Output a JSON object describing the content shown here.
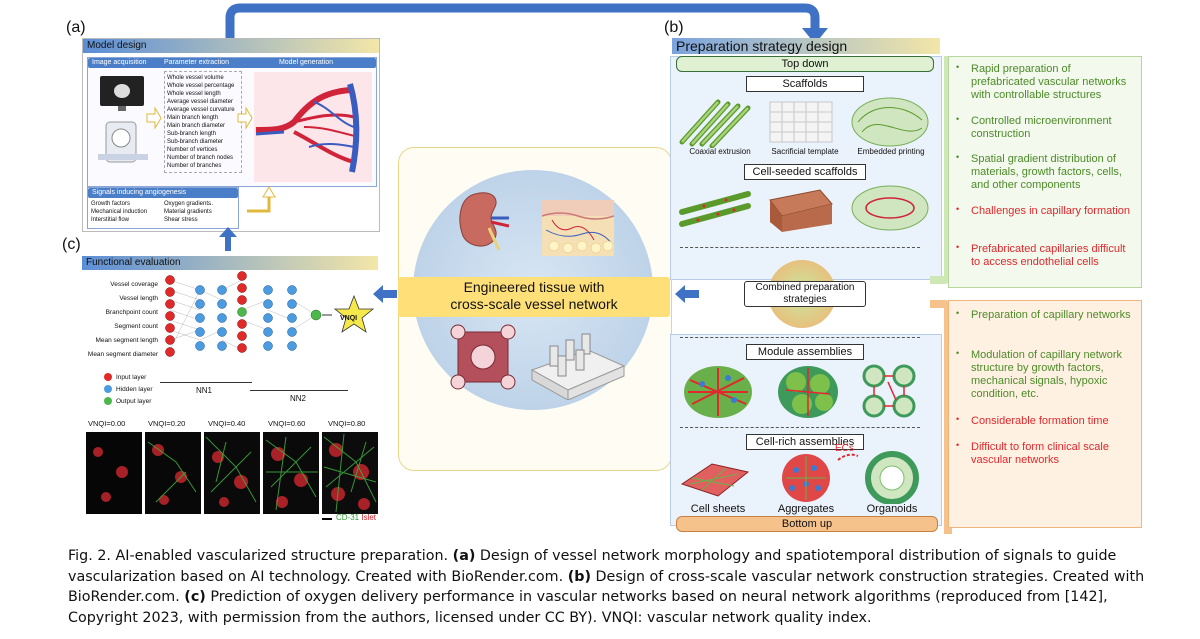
{
  "panel_a": {
    "letter": "(a)",
    "title": "Model design",
    "col_headers": [
      "Image acquisition",
      "Parameter extraction",
      "Model generation"
    ],
    "parameters": [
      "Whole vessel volume",
      "Whole vessel percentage",
      "Whole vessel length",
      "Average vessel diameter",
      "Average vessel curvature",
      "Main branch length",
      "Main branch diameter",
      "Sub-branch length",
      "Sub-branch diameter",
      "Number of vertices",
      "Number of branch nodes",
      "Number of branches"
    ],
    "signals_title": "Signals inducing angiogenesis",
    "signals_left": [
      "Growth factors",
      "Mechanical induction",
      "Interstitial flow"
    ],
    "signals_right": [
      "Oxygen gradients",
      "Material gradients",
      "Shear stress"
    ],
    "signals_ellipsis": "..."
  },
  "panel_c": {
    "letter": "(c)",
    "title": "Functional evaluation",
    "inputs": [
      "Vessel coverage",
      "Vessel length",
      "Branchpoint count",
      "Segment count",
      "Mean segment length",
      "Mean segment diameter"
    ],
    "legend": [
      "Input layer",
      "Hidden layer",
      "Output layer"
    ],
    "nn1": "NN1",
    "nn2": "NN2",
    "output_label": "VNQI",
    "vnqi_values": [
      "VNQI=0.00",
      "VNQI=0.20",
      "VNQI=0.40",
      "VNQI=0.60",
      "VNQI=0.80"
    ],
    "stain_green": "CD-31",
    "stain_red": "Islet"
  },
  "center": {
    "label_line1": "Engineered tissue with",
    "label_line2": "cross-scale vessel network"
  },
  "panel_b": {
    "letter": "(b)",
    "title": "Preparation strategy design",
    "top_down": "Top down",
    "scaffolds": "Scaffolds",
    "scaffold_methods": [
      "Coaxial extrusion",
      "Sacrificial template",
      "Embedded printing"
    ],
    "cell_seeded": "Cell-seeded scaffolds",
    "combined_line1": "Combined preparation",
    "combined_line2": "strategies",
    "module_assemblies": "Module assemblies",
    "cell_rich": "Cell-rich assemblies",
    "cell_rich_items": [
      "Cell sheets",
      "Aggregates",
      "Organoids"
    ],
    "ecs": "ECs",
    "bottom_up": "Bottom up",
    "top_bullets": [
      {
        "text": "Rapid preparation of prefabricated vascular networks with controllable structures",
        "color": "#4d8b2a"
      },
      {
        "text": "Controlled microenvironment construction",
        "color": "#4d8b2a"
      },
      {
        "text": "Spatial gradient distribution of materials, growth factors, cells, and other components",
        "color": "#4d8b2a"
      },
      {
        "text": "Challenges in capillary formation",
        "color": "#e0282d"
      },
      {
        "text": "Prefabricated capillaries difficult to access endothelial cells",
        "color": "#e0282d"
      }
    ],
    "bottom_bullets": [
      {
        "text": "Preparation of capillary networks",
        "color": "#4d8b2a"
      },
      {
        "text": "Modulation of capillary network structure by growth factors, mechanical signals, hypoxic condition, etc.",
        "color": "#4d8b2a"
      },
      {
        "text": "Considerable formation time",
        "color": "#e0282d"
      },
      {
        "text": "Difficult to form clinical scale vascular networks",
        "color": "#e0282d"
      }
    ]
  },
  "caption": {
    "lead": "Fig. 2. AI-enabled vascularized structure preparation. ",
    "a_tag": "(a)",
    "a_text": " Design of vessel network morphology and spatiotemporal distribution of signals to guide vascularization based on AI technology. Created with BioRender.com. ",
    "b_tag": "(b)",
    "b_text": " Design of cross-scale vascular network construction strategies. Created with BioRender.com. ",
    "c_tag": "(c)",
    "c_text": " Prediction of oxygen delivery performance in vascular networks based on neural network algorithms (reproduced from [142], Copyright 2023, with permission from the authors, licensed under CC BY). VNQI: vascular network quality index."
  },
  "colors": {
    "blue_arrow": "#3f72c4",
    "green_text": "#4d8b2a",
    "red_text": "#e0282d",
    "orange": "#f0a060"
  }
}
